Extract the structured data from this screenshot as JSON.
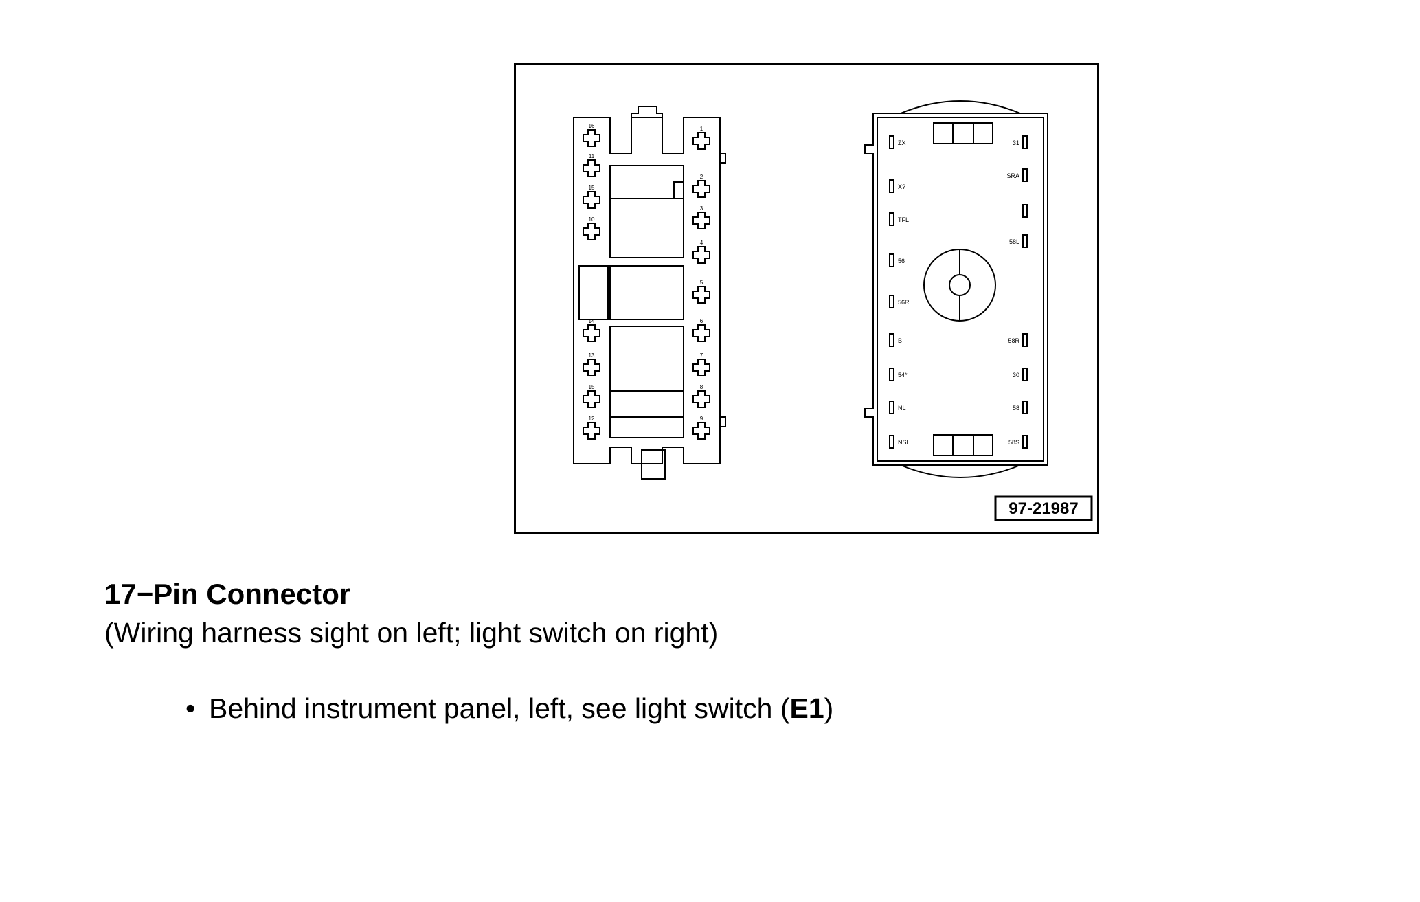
{
  "figure": {
    "id_label": "97-21987",
    "harness_pin_numbers": {
      "left_column": [
        "16",
        "11",
        "15",
        "10",
        "14",
        "13",
        "15",
        "12"
      ],
      "right_column": [
        "1",
        "2",
        "3",
        "4",
        "5",
        "6",
        "7",
        "8",
        "9"
      ]
    },
    "switch_terminals": {
      "left_column": [
        "ZX",
        "X?",
        "TFL",
        "56",
        "56R",
        "B",
        "54*",
        "NL",
        "NSL"
      ],
      "right_column": [
        "31",
        "SRA",
        "",
        "58L",
        "58R",
        "30",
        "58",
        "58S"
      ]
    }
  },
  "caption": {
    "title": "17−Pin Connector",
    "subtitle": "(Wiring harness sight on left; light switch on right)"
  },
  "location": {
    "bullet": "•",
    "text_before": "Behind instrument panel, left, see light switch (",
    "component_code": "E1",
    "text_after": ")"
  }
}
